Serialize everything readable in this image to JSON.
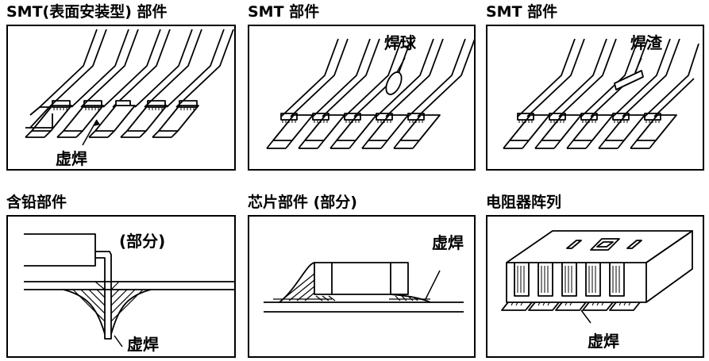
{
  "panels": [
    {
      "title": "SMT(表面安装型) 部件",
      "labels": [
        "虚焊"
      ]
    },
    {
      "title": "SMT 部件",
      "labels": [
        "焊球"
      ]
    },
    {
      "title": "SMT 部件",
      "labels": [
        "焊渣"
      ]
    },
    {
      "title": "含铅部件",
      "labels": [
        "(部分)",
        "虚焊"
      ]
    },
    {
      "title": "芯片部件 (部分)",
      "labels": [
        "虚焊"
      ]
    },
    {
      "title": "电阻器阵列",
      "labels": [
        "虚焊"
      ]
    }
  ]
}
